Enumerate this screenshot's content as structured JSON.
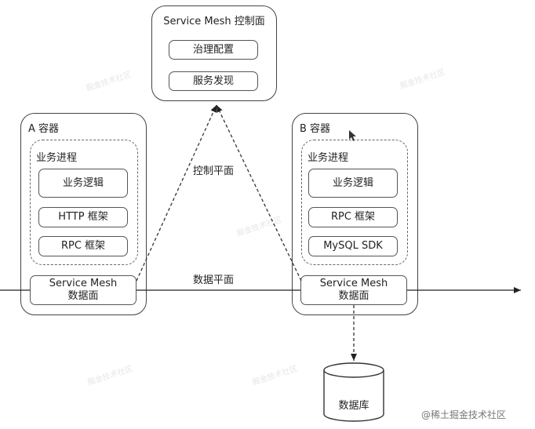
{
  "control_plane": {
    "title": "Service Mesh 控制面",
    "items": [
      "治理配置",
      "服务发现"
    ]
  },
  "container_a": {
    "title": "A 容器",
    "process_title": "业务进程",
    "items": [
      "业务逻辑",
      "HTTP 框架",
      "RPC 框架"
    ],
    "mesh_line1": "Service Mesh",
    "mesh_line2": "数据面"
  },
  "container_b": {
    "title": "B 容器",
    "process_title": "业务进程",
    "items": [
      "业务逻辑",
      "RPC 框架",
      "MySQL SDK"
    ],
    "mesh_line1": "Service Mesh",
    "mesh_line2": "数据面"
  },
  "labels": {
    "control_plane_edge": "控制平面",
    "data_plane_edge": "数据平面"
  },
  "database": {
    "label": "数据库"
  },
  "watermark": "@稀土掘金技术社区"
}
